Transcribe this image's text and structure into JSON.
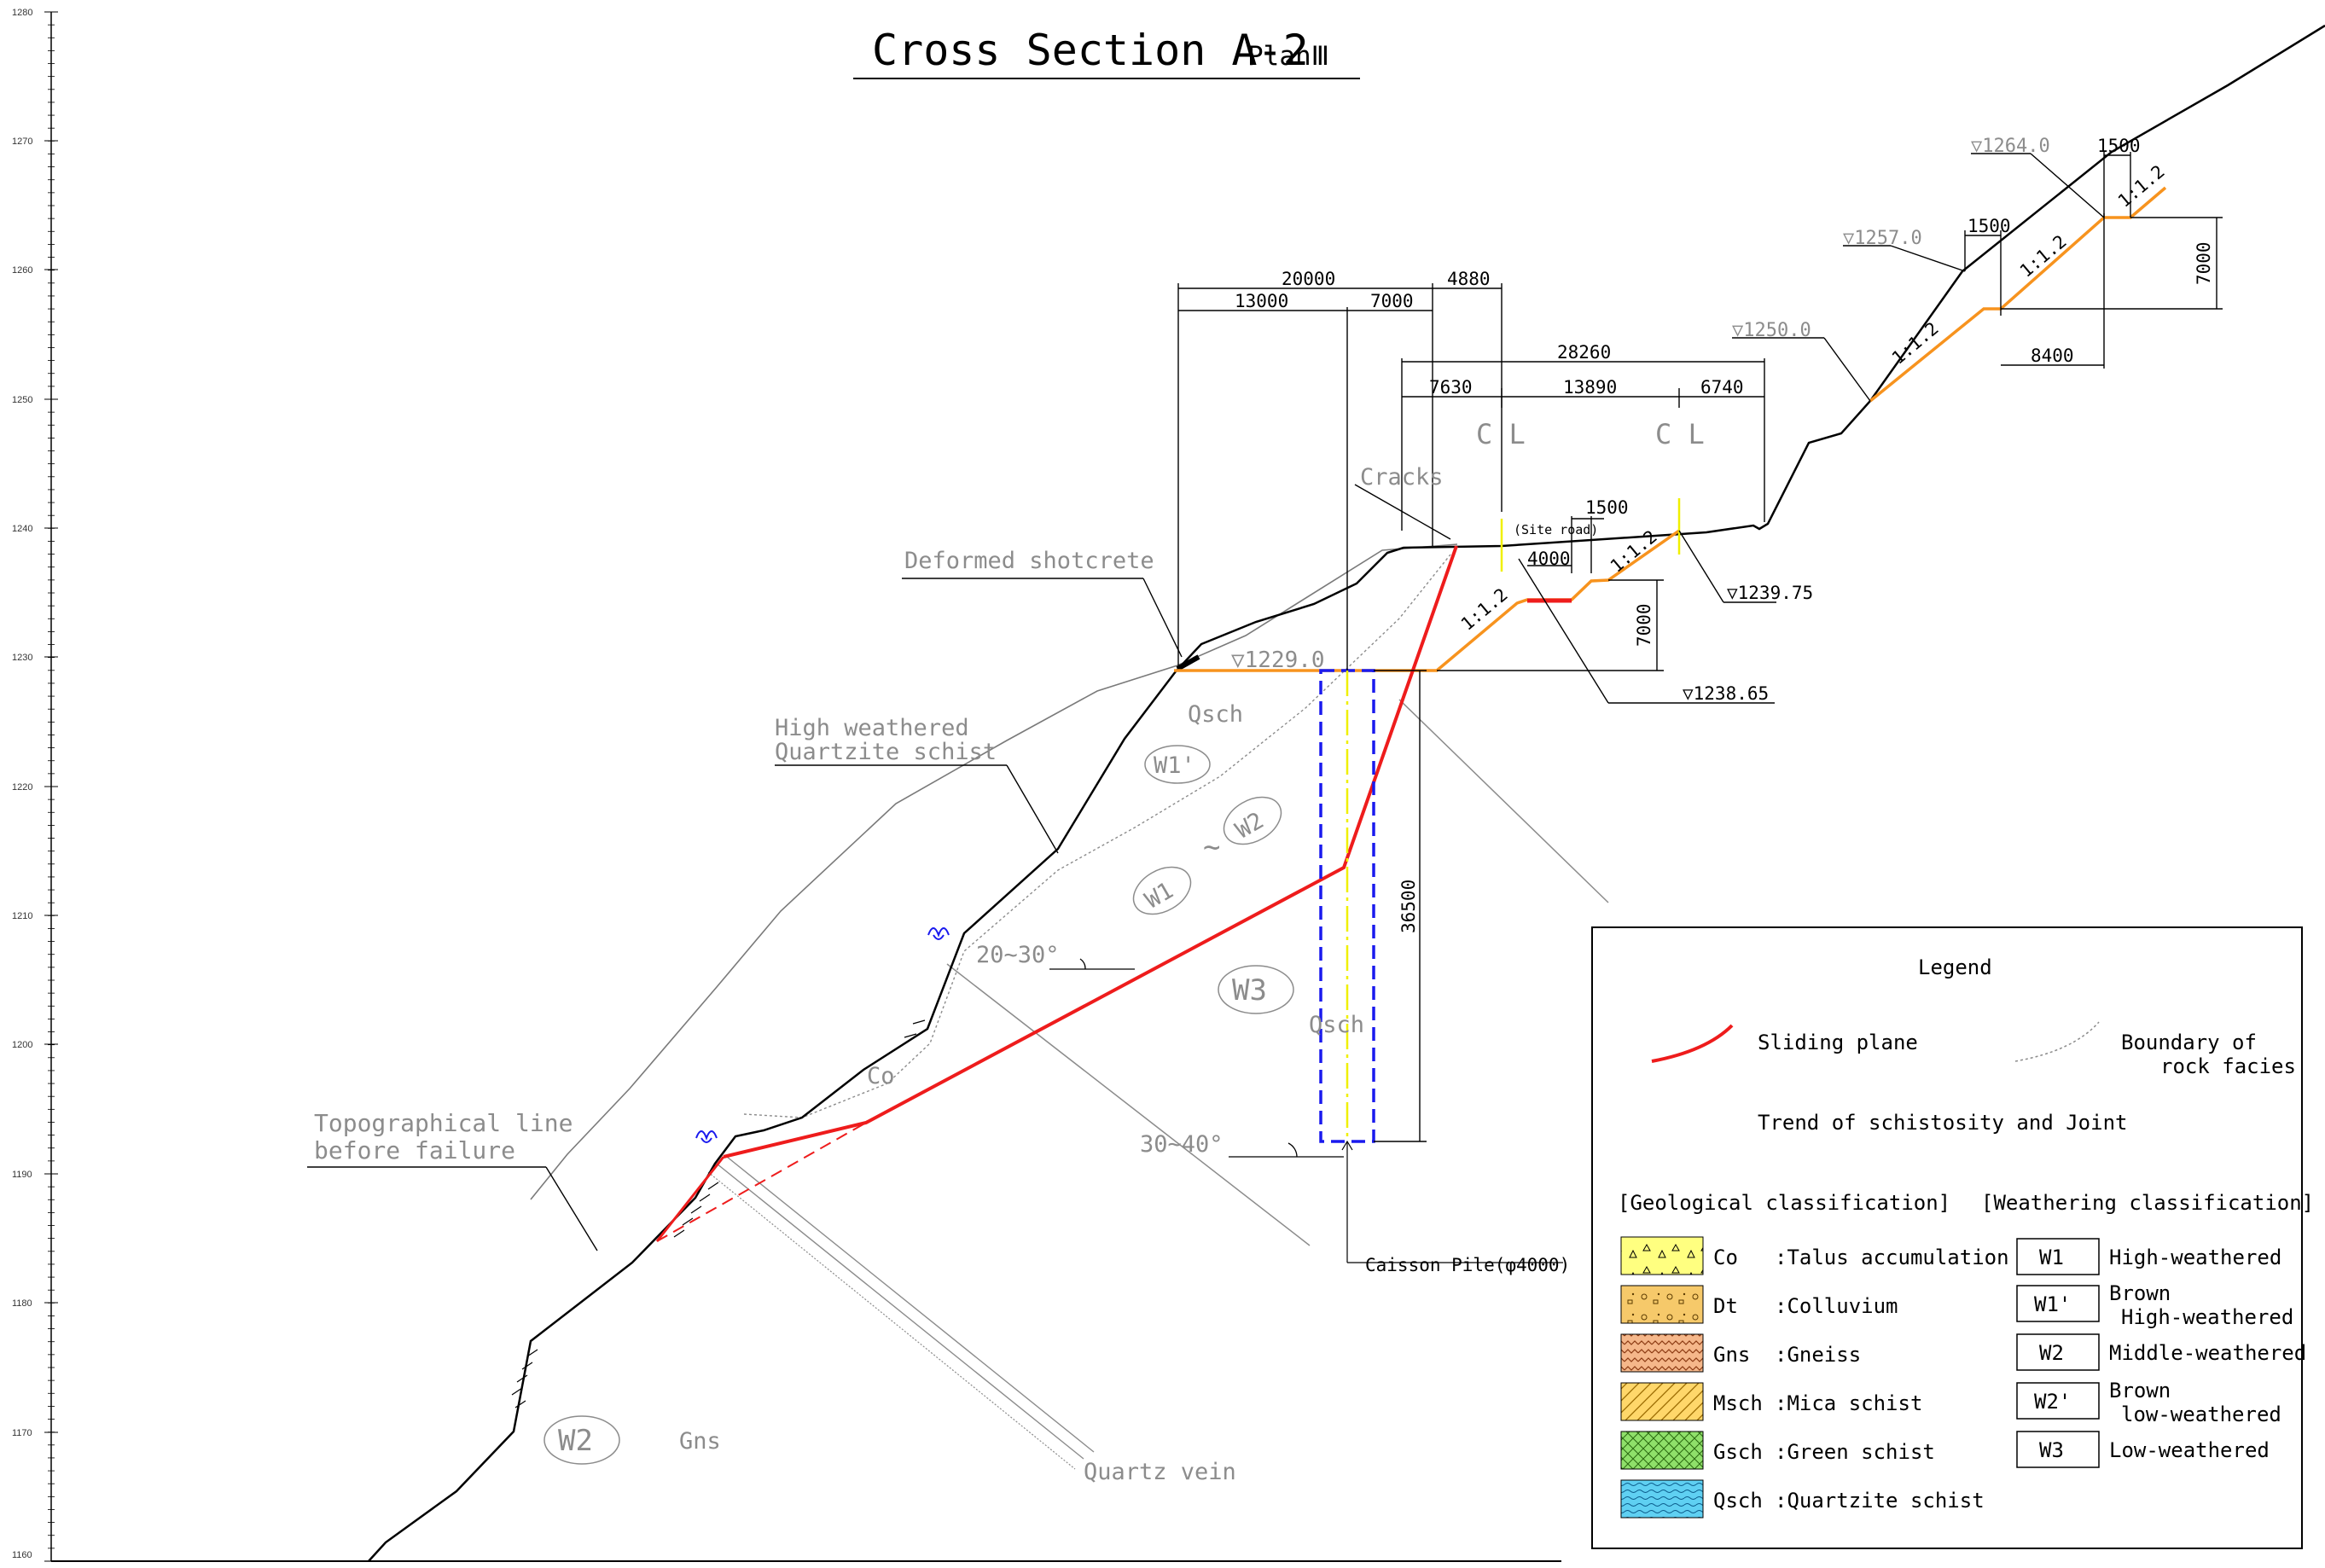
{
  "title": {
    "main": "Cross Section A-2",
    "plan": "PlanⅢ"
  },
  "y_axis": {
    "ticks": [
      "1280",
      "1270",
      "1260",
      "1250",
      "1240",
      "1230",
      "1220",
      "1210",
      "1200",
      "1190",
      "1180",
      "1170",
      "1160"
    ]
  },
  "dimensions": {
    "d20000": "20000",
    "d4880": "4880",
    "d13000": "13000",
    "d7000": "7000",
    "d28260": "28260",
    "d7630": "7630",
    "d13890": "13890",
    "d6740": "6740",
    "d1500_site": "1500",
    "d4000": "4000",
    "d7000_v": "7000",
    "d36500": "36500",
    "d1500_a": "1500",
    "d1500_b": "1500",
    "d8400": "8400",
    "d7000_right": "7000"
  },
  "elevations": {
    "e1264": "▽1264.0",
    "e1257": "▽1257.0",
    "e1250": "▽1250.0",
    "e1239": "▽1239.75",
    "e1238": "▽1238.65",
    "e1229": "▽1229.0"
  },
  "slopes": [
    "1:1.2",
    "1:1.2",
    "1:1.2",
    "1:1.2",
    "1:1.2"
  ],
  "annotations": {
    "cl1": "C L",
    "cl2": "C L",
    "cracks": "Cracks",
    "site_road": "(Site road)",
    "deformed_shotcrete": "Deformed shotcrete",
    "high_weathered_1": "High weathered",
    "high_weathered_2": "Quartzite schist",
    "qsch_top": "Qsch",
    "qsch_mid": "Qsch",
    "w1p": "W1'",
    "w1": "W1",
    "tilde": "~",
    "w2_upper": "W2",
    "w3": "W3",
    "angle_20_30": "20~30°",
    "angle_30_40": "30~40°",
    "co": "Co",
    "topo_1": "Topographical line",
    "topo_2": "before failure",
    "w2_lower": "W2",
    "gns": "Gns",
    "quartz_vein": "Quartz vein",
    "caisson": "Caisson Pile(φ4000)"
  },
  "legend": {
    "title": "Legend",
    "sliding_plane": "Sliding plane",
    "boundary_1": "Boundary of",
    "boundary_2": "rock facies",
    "trend": "Trend of schistosity and Joint",
    "geo_header": "[Geological classification]",
    "weath_header": "[Weathering classification]",
    "geo_items": [
      {
        "code": "Co",
        "desc": ":Talus accumulation"
      },
      {
        "code": "Dt",
        "desc": ":Colluvium"
      },
      {
        "code": "Gns",
        "desc": ":Gneiss"
      },
      {
        "code": "Msch",
        "desc": ":Mica schist"
      },
      {
        "code": "Gsch",
        "desc": ":Green schist"
      },
      {
        "code": "Qsch",
        "desc": ":Quartzite schist"
      }
    ],
    "weath_items": [
      {
        "code": "W1",
        "desc1": "High-weathered",
        "desc2": ""
      },
      {
        "code": "W1'",
        "desc1": "Brown",
        "desc2": "High-weathered"
      },
      {
        "code": "W2",
        "desc1": "Middle-weathered",
        "desc2": ""
      },
      {
        "code": "W2'",
        "desc1": "Brown",
        "desc2": "low-weathered"
      },
      {
        "code": "W3",
        "desc1": "Low-weathered",
        "desc2": ""
      }
    ]
  },
  "colors": {
    "sliding_plane": "#ee1c1c",
    "excavation": "#f7931e",
    "caisson": "#1a1aee",
    "centerline": "#f0f000",
    "gray_line": "#8c8c8c"
  }
}
